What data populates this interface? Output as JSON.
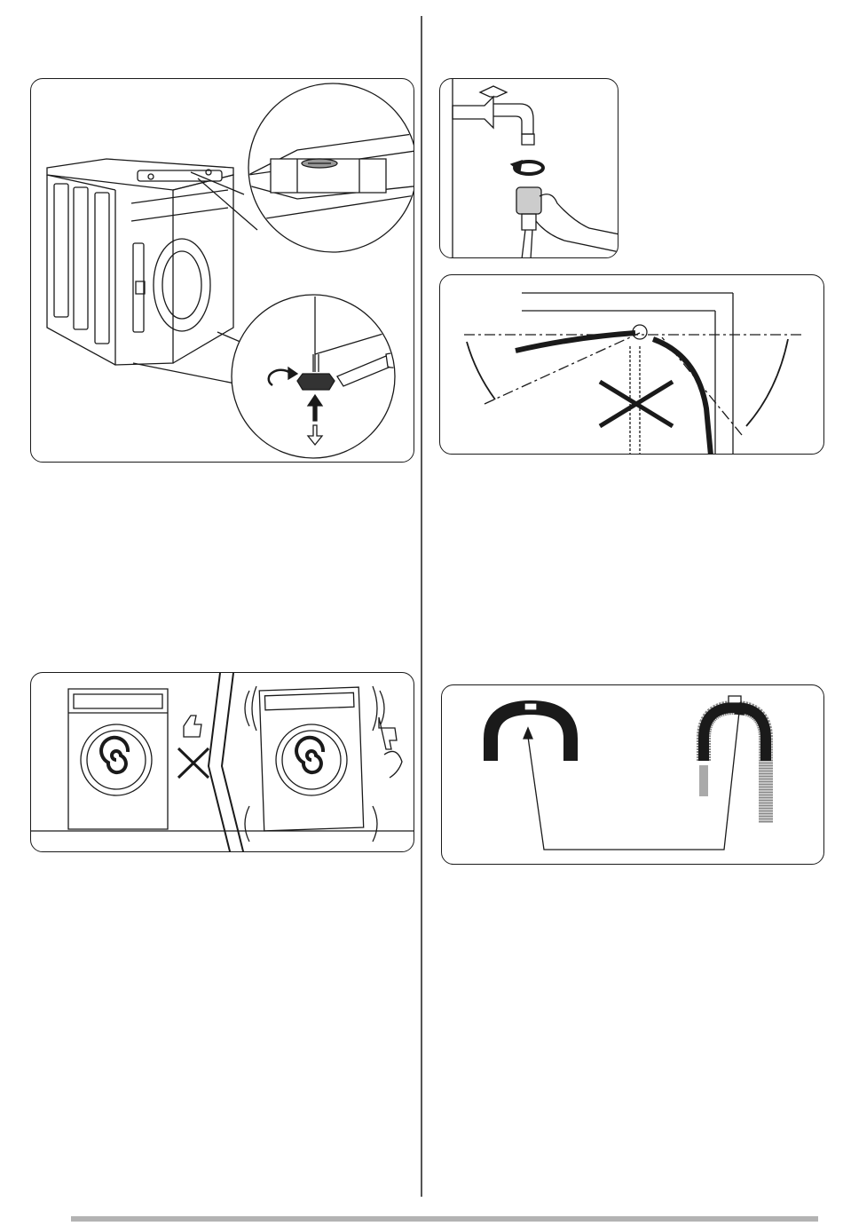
{
  "page": {
    "background": "#ffffff",
    "stroke_color": "#1a1a1a",
    "footer_bar_color": "#b3b3b3"
  },
  "figures": [
    {
      "id": "leveling",
      "icons": [
        "washing-machine-icon",
        "spirit-level-icon",
        "adjustable-foot-icon",
        "wrench-icon",
        "rotate-arrow-icon"
      ]
    },
    {
      "id": "inlet-hose-tap",
      "icons": [
        "tap-icon",
        "rotate-arrow-icon",
        "hose-connector-icon",
        "hand-icon"
      ]
    },
    {
      "id": "inlet-hose-angle",
      "icons": [
        "hose-icon",
        "cross-icon",
        "angle-arrow-icon"
      ]
    },
    {
      "id": "vibration-noise",
      "icons": [
        "washing-machine-icon",
        "thumbs-up-icon",
        "thumbs-down-icon",
        "ear-icon",
        "cross-icon"
      ]
    },
    {
      "id": "drain-hose-guide",
      "icons": [
        "u-piece-icon",
        "drain-hose-icon",
        "arrow-icon"
      ]
    }
  ]
}
